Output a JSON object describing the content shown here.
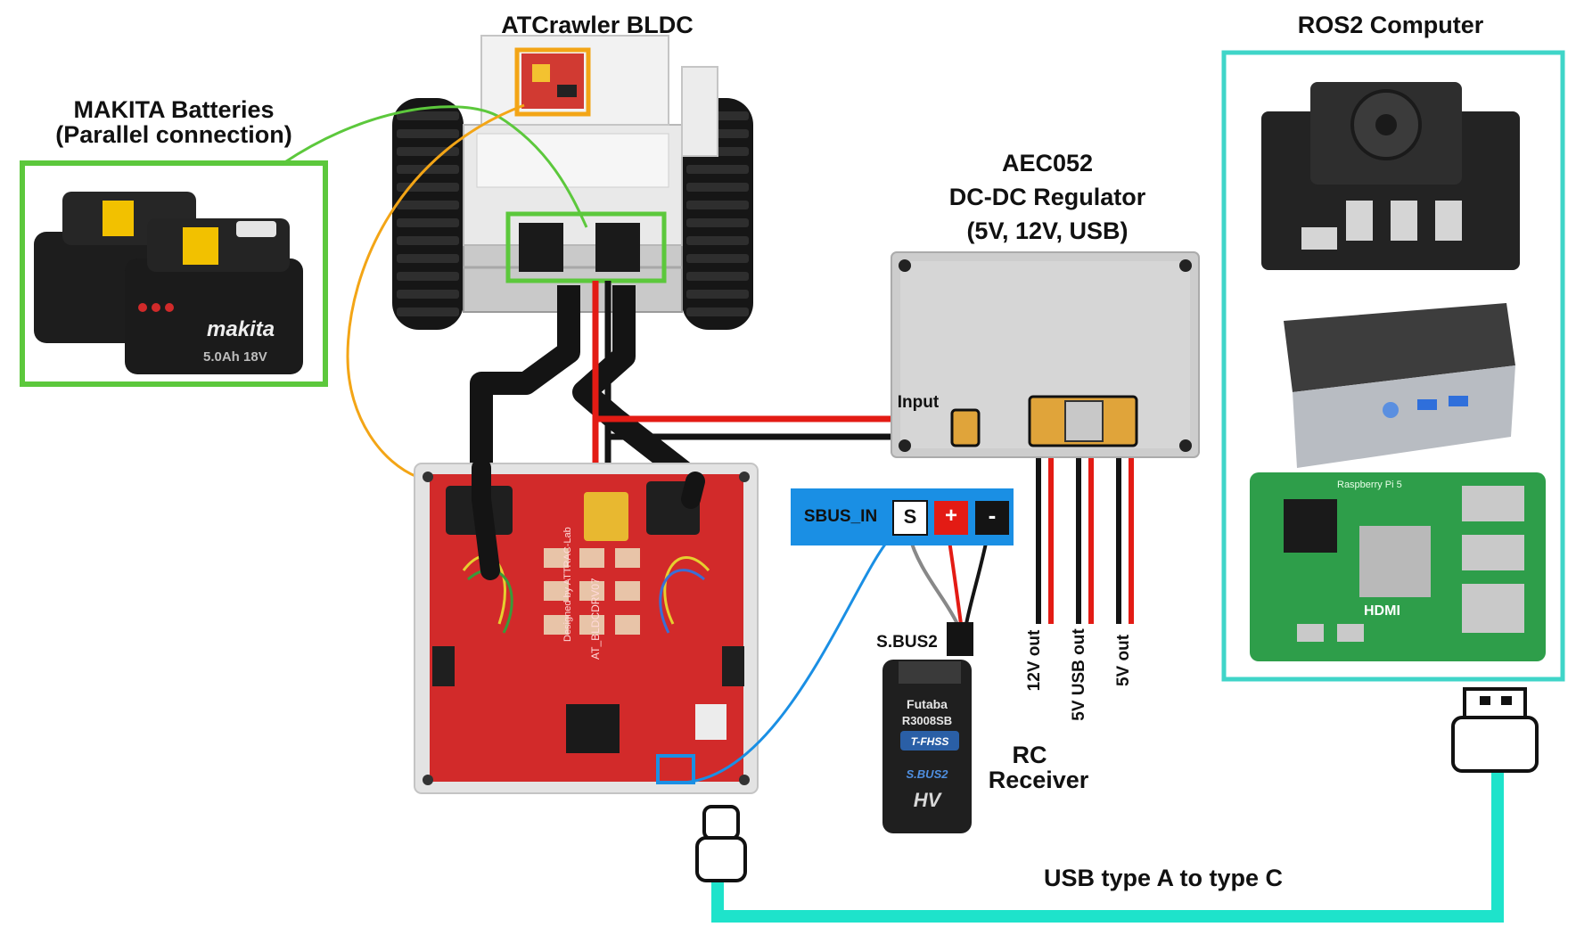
{
  "labels": {
    "crawler_title": "ATCrawler BLDC",
    "ros_title": "ROS2 Computer",
    "battery_line1": "MAKITA Batteries",
    "battery_line2": "(Parallel connection)",
    "regulator_line1": "AEC052",
    "regulator_line2": "DC-DC Regulator",
    "regulator_line3": "(5V, 12V, USB)",
    "regulator_input": "Input",
    "out_12v": "12V out",
    "out_5v_usb": "5V USB out",
    "out_5v": "5V out",
    "sbus_in": "SBUS_IN",
    "pin_s": "S",
    "pin_plus": "+",
    "pin_minus": "-",
    "sbus2": "S.BUS2",
    "rc_line1": "RC",
    "rc_line2": "Receiver",
    "usb_cable": "USB type A to type C"
  },
  "product_text": {
    "battery_brand": "makita",
    "battery_spec": "5.0Ah 18V",
    "receiver_brand": "Futaba",
    "receiver_model": "R3008SB",
    "receiver_feature1": "T-FHSS",
    "receiver_feature2": "S.BUS2",
    "receiver_feature3": "HV",
    "pi_hdmi": "HDMI",
    "pi_name": "Raspberry Pi 5",
    "board_credit": "Designed by ATTRAC-Lab",
    "board_name": "AT_BLDCDRV07"
  },
  "colors": {
    "battery_outline": "#5cc83c",
    "controller_outline": "#f3a516",
    "sbus_outline": "#1a8fe4",
    "usb_cable": "#1ee3cb",
    "ros_outline": "#3fd5c8",
    "sbus_bar": "#1a8fe4",
    "pcb_red": "#d22a2a",
    "power_red": "#e31b14",
    "power_black": "#141414"
  },
  "icons": [
    "makita-battery-icon",
    "usb-a-plug-icon",
    "usb-c-plug-icon",
    "jetson-board-icon",
    "mini-pc-icon",
    "raspberry-pi-icon"
  ]
}
